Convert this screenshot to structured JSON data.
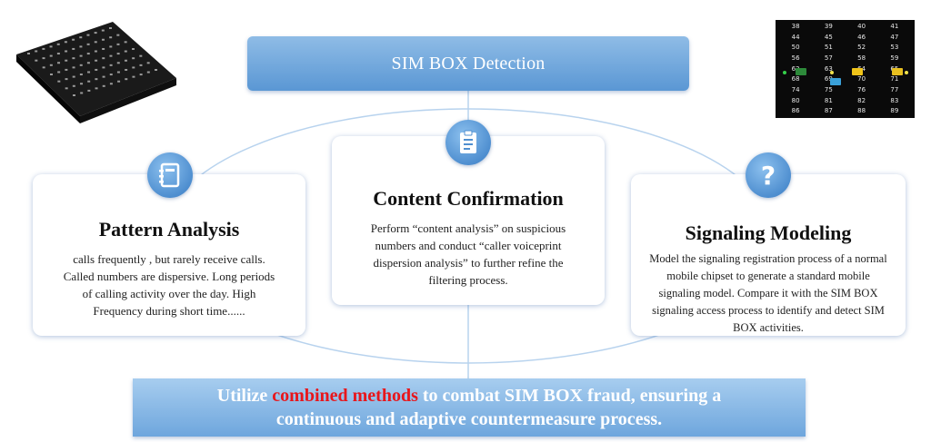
{
  "title": "SIM BOX Detection",
  "cards": [
    {
      "title": "Pattern Analysis",
      "icon": "notebook-icon",
      "lines": [
        "calls frequently , but rarely receive calls.",
        "Called numbers are dispersive. Long periods",
        "of calling activity over the day. High",
        "Frequency during short time......"
      ]
    },
    {
      "title": "Content Confirmation",
      "icon": "clipboard-icon",
      "lines": [
        "Perform “content analysis” on suspicious",
        "numbers and conduct “caller voiceprint",
        "dispersion analysis” to further refine the",
        "filtering process."
      ]
    },
    {
      "title": "Signaling Modeling",
      "icon": "question-icon",
      "lines": [
        "Model the signaling registration process of a normal",
        "mobile chipset to generate a standard mobile",
        "signaling model. Compare it with the SIM BOX",
        "signaling access process to identify and detect SIM",
        "BOX activities."
      ]
    }
  ],
  "conclusion": {
    "prefix": "Utilize ",
    "highlight": "combined methods",
    "suffix": " to combat SIM BOX fraud, ensuring a",
    "line2": "continuous and adaptive countermeasure process.",
    "highlight_color": "#e8161b"
  },
  "rack_numbers": [
    "38",
    "39",
    "40",
    "41",
    "44",
    "45",
    "46",
    "47",
    "50",
    "51",
    "52",
    "53",
    "56",
    "57",
    "58",
    "59",
    "62",
    "63",
    "64",
    "65",
    "68",
    "69",
    "70",
    "71",
    "74",
    "75",
    "76",
    "77",
    "80",
    "81",
    "82",
    "83",
    "86",
    "87",
    "88",
    "89"
  ],
  "colors": {
    "banner_top": "#8fbce6",
    "banner_bottom": "#5a97d4",
    "icon_blue": "#4f8fd0",
    "connector": "#b8d3ee"
  }
}
